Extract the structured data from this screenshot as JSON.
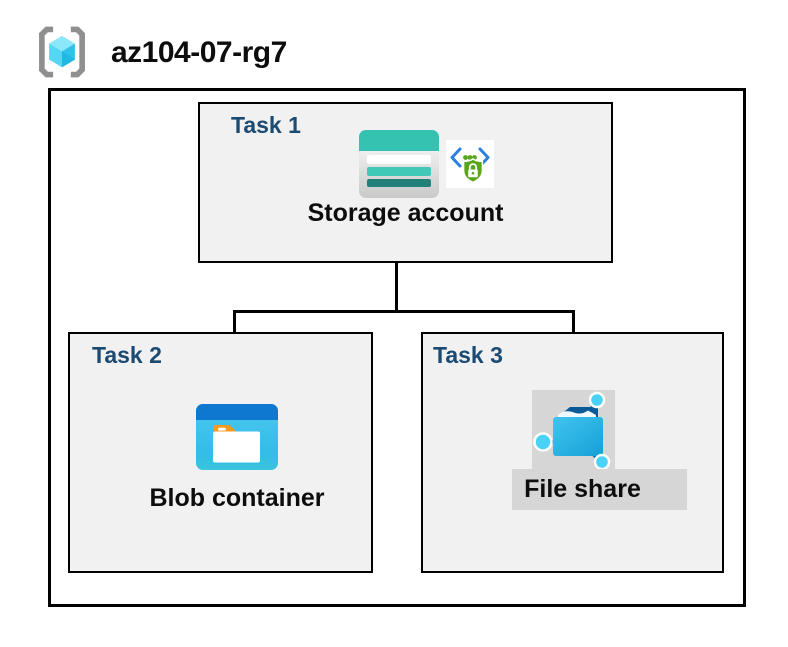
{
  "header": {
    "resource_group_name": "az104-07-rg7",
    "icon": "resource-group-icon"
  },
  "tasks": [
    {
      "id": "task1",
      "label": "Task 1",
      "node": "Storage account",
      "icons": [
        "storage-account-icon",
        "sas-security-icon"
      ]
    },
    {
      "id": "task2",
      "label": "Task 2",
      "node": "Blob container",
      "icons": [
        "blob-container-icon"
      ]
    },
    {
      "id": "task3",
      "label": "Task 3",
      "node": "File share",
      "icons": [
        "file-share-icon"
      ],
      "highlighted": true
    }
  ],
  "connections": [
    {
      "from": "Storage account",
      "to": "Blob container"
    },
    {
      "from": "Storage account",
      "to": "File share"
    }
  ],
  "colors": {
    "task_label": "#1b4a73",
    "box_fill": "#f1f1f1",
    "border": "#000000",
    "storage_teal": "#35c2b1",
    "storage_teal_dark": "#21817a",
    "blob_top_blue": "#0e78d0",
    "blob_body_blue": "#3fc3ee",
    "folder_tab_orange": "#f49a21",
    "fileshare_flap_blue": "#0b5a98",
    "node_cyan": "#49d2f5",
    "shield_green": "#58a618",
    "bracket_blue": "#2b80dd",
    "highlight_gray": "#d6d6d6"
  }
}
